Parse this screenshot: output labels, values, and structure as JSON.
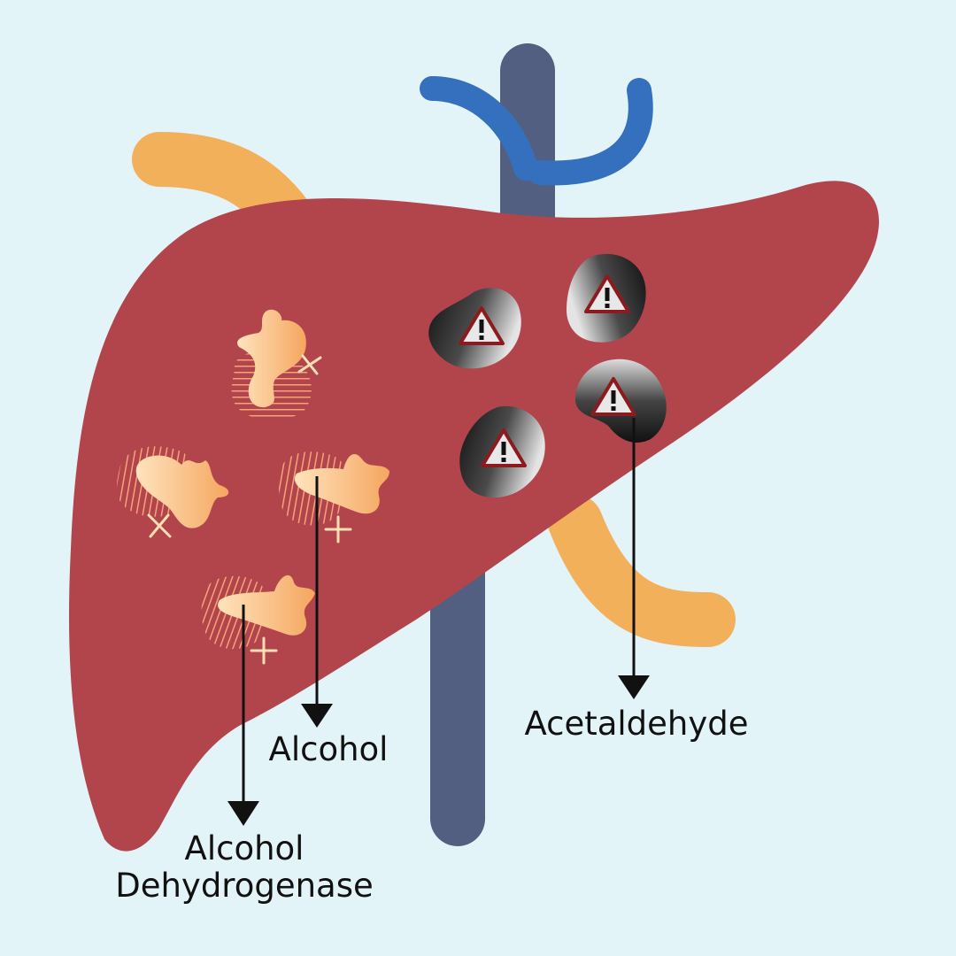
{
  "labels": {
    "alcohol": "Alcohol",
    "enzyme_line1": "Alcohol",
    "enzyme_line2": "Dehydrogenase",
    "acetaldehyde": "Acetaldehyde"
  },
  "colors": {
    "background": "#e3f4f9",
    "liver": "#b2454b",
    "vena_cava": "#535f80",
    "hepatic_veins": "#3470bd",
    "bile_duct": "#f3b05a",
    "enzyme_light": "#ffe0b4",
    "enzyme_dark": "#f2a05a",
    "hatch": "#f4a37a",
    "toxin_dark": "#1a1a1a",
    "toxin_light": "#cfcfcf",
    "warning_red": "#8c1b1f",
    "arrow": "#111111"
  },
  "icons": [
    "enzyme-molecule-icon",
    "plus-icon",
    "warning-triangle-icon",
    "arrow-down-icon"
  ]
}
